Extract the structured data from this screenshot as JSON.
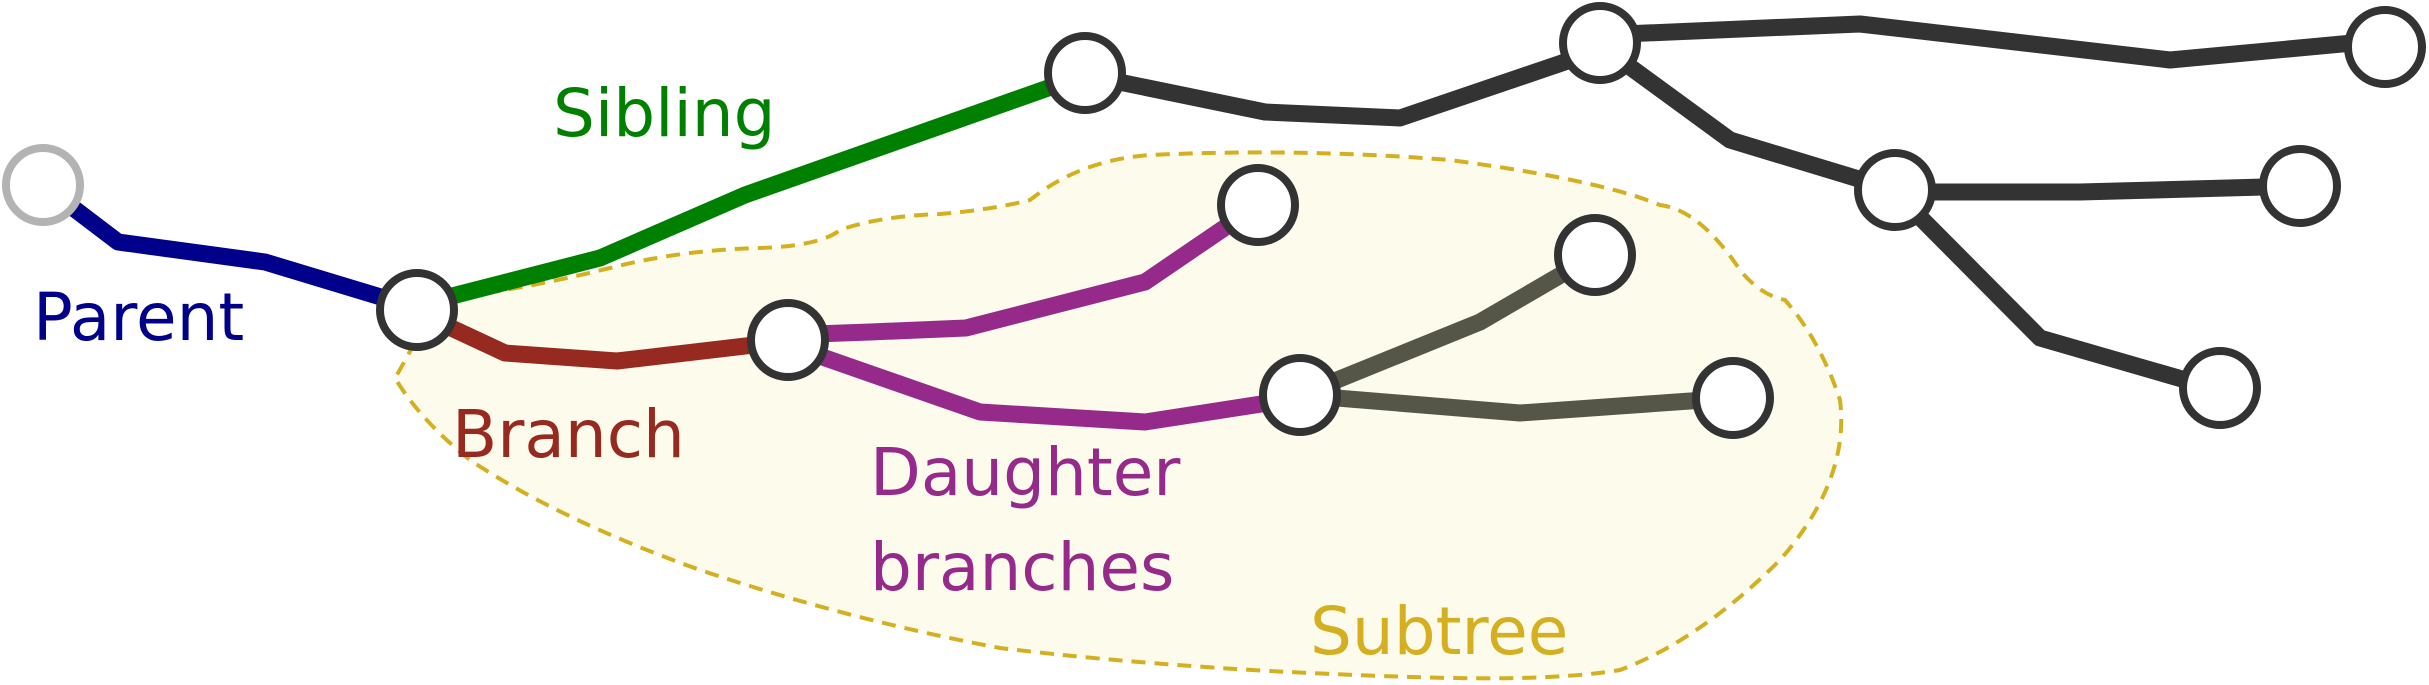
{
  "labels": {
    "parent": "Parent",
    "sibling": "Sibling",
    "branch": "Branch",
    "daughter_line1": "Daughter",
    "daughter_line2": "branches",
    "subtree": "Subtree"
  },
  "colors": {
    "parent": "#00008b",
    "sibling": "#008000",
    "branch": "#962a21",
    "daughter": "#952a8b",
    "subtree_outline": "#d4af1f",
    "subtree_fill": "#fdfbeb",
    "grandchild": "#555548",
    "other": "#333333",
    "node_stroke": "#333333",
    "root_node_stroke": "#b3b3b3"
  }
}
